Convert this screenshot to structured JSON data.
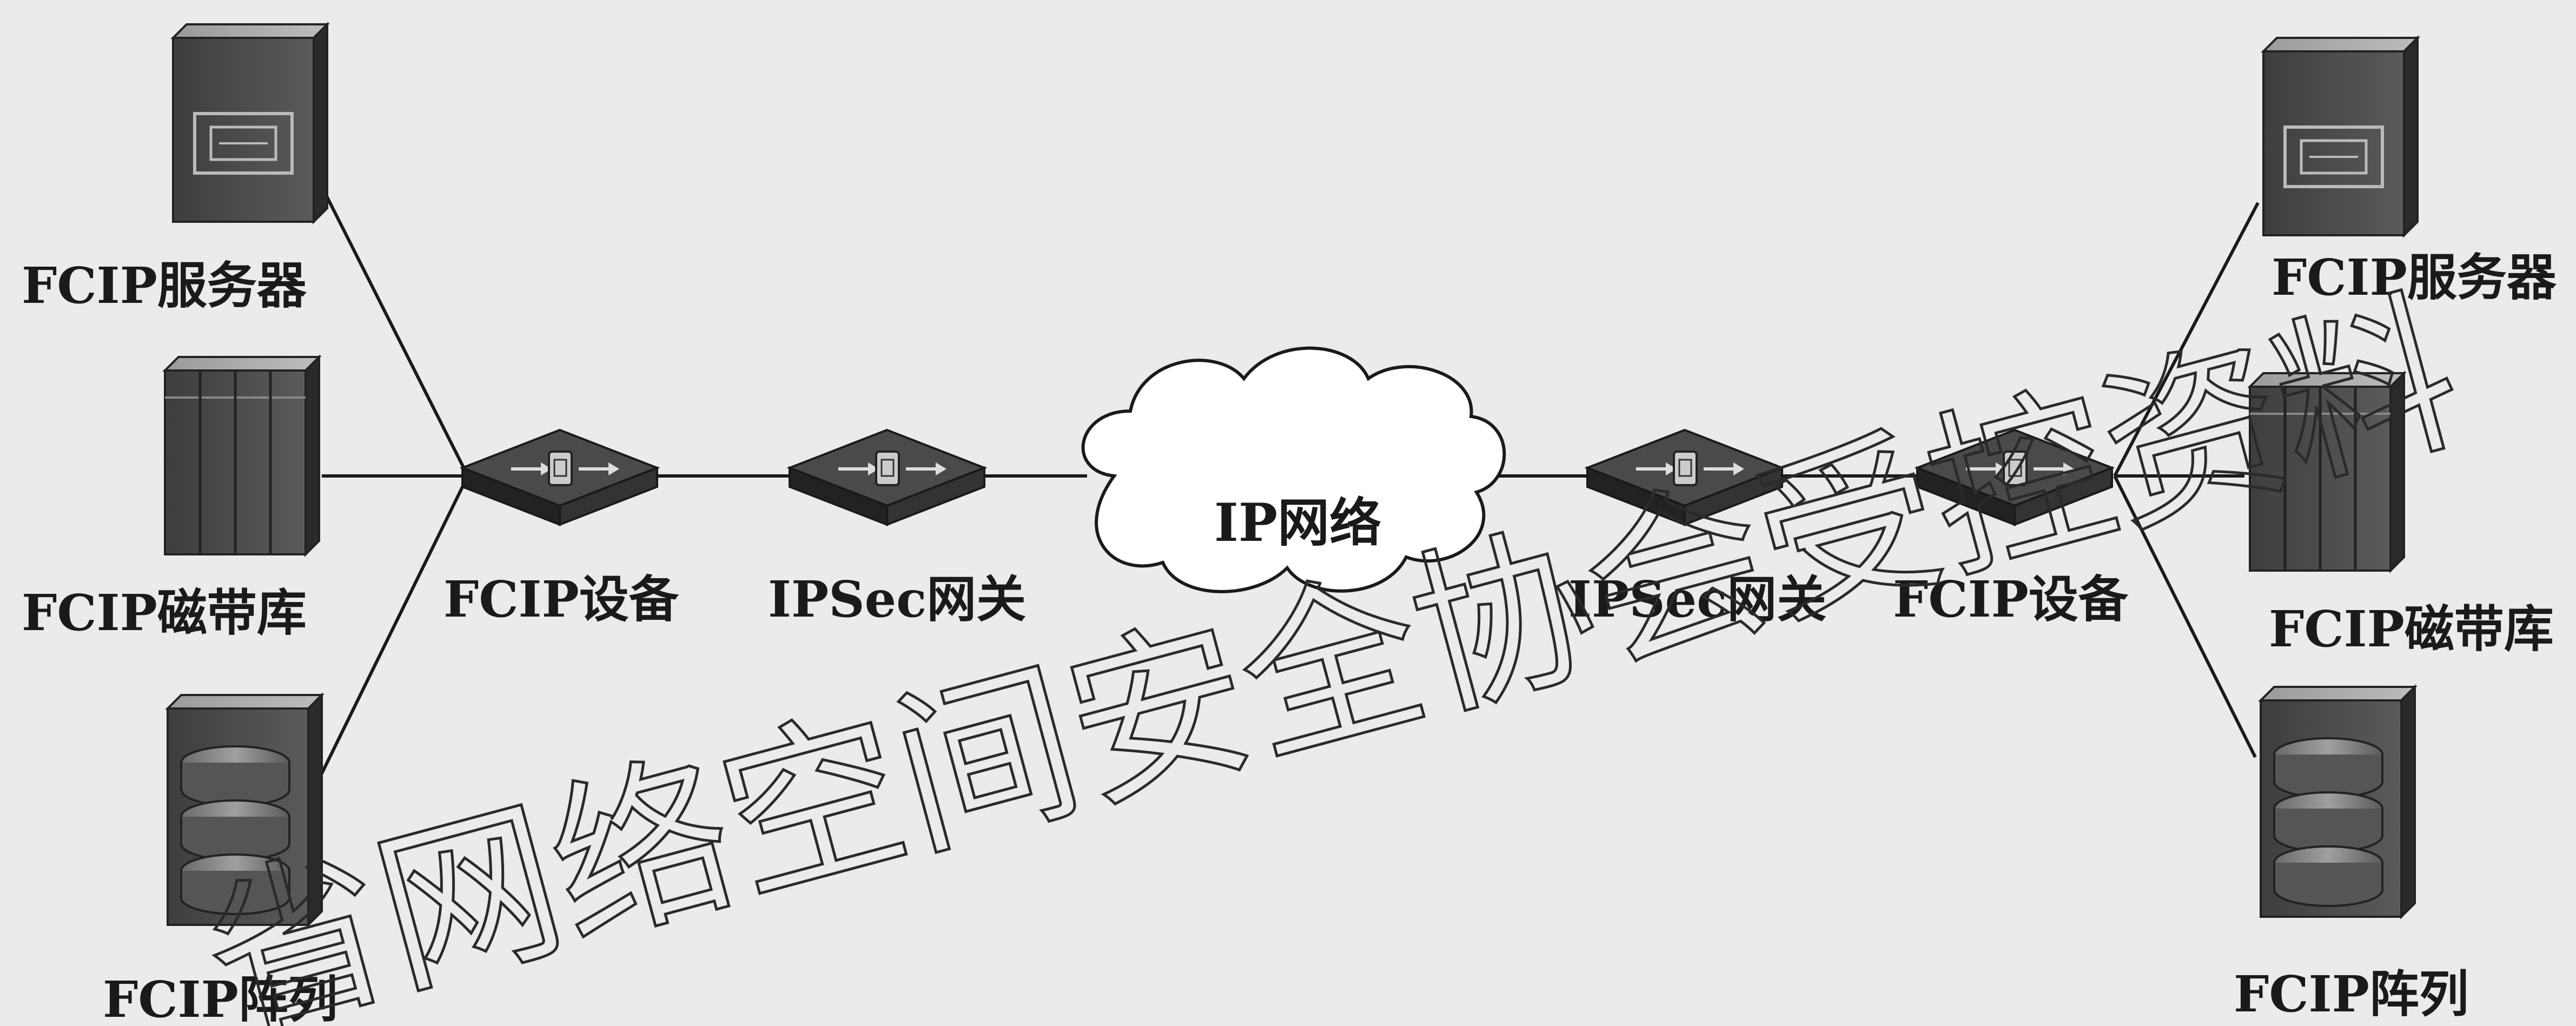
{
  "left": {
    "server_label": "FCIP服务器",
    "tape_label": "FCIP磁带库",
    "array_label": "FCIP阵列",
    "fcip_device_label": "FCIP设备",
    "ipsec_gateway_label": "IPSec网关"
  },
  "cloud": {
    "label": "IP网络"
  },
  "right": {
    "ipsec_gateway_label": "IPSec网关",
    "fcip_device_label": "FCIP设备",
    "server_label": "FCIP服务器",
    "tape_label": "FCIP磁带库",
    "array_label": "FCIP阵列"
  },
  "watermark": {
    "text": "省网络空间安全协会受控资料"
  }
}
